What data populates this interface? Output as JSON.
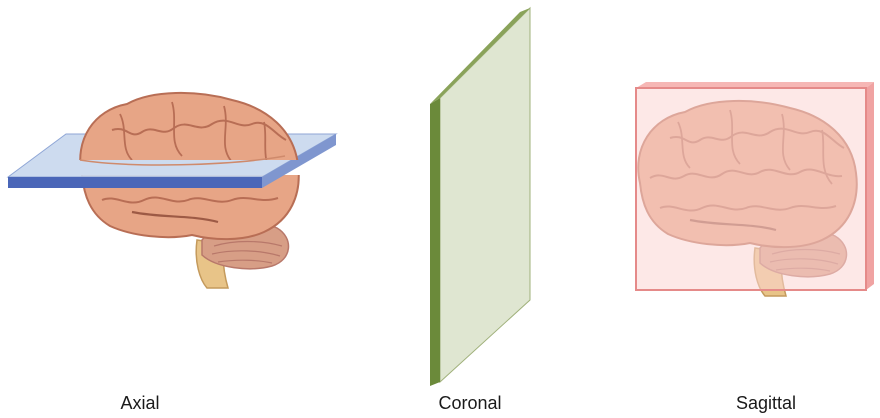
{
  "panels": [
    {
      "label": "Axial"
    },
    {
      "label": "Coronal"
    },
    {
      "label": "Sagittal"
    }
  ],
  "colors": {
    "brain": "#e7a586",
    "brain_shadow": "#cf8a6c",
    "sulcus": "#b86e55",
    "brainstem": "#e8c488",
    "cerebellum": "#d79e86",
    "axial_plane_top": "#c9d8ee",
    "axial_plane_edge": "#4a66b8",
    "coronal_plane_face": "#dbe3cb",
    "coronal_plane_edge": "#6b8a3a",
    "sagittal_plane_face": "#fbd6d4",
    "sagittal_plane_edge": "#e58a89"
  }
}
